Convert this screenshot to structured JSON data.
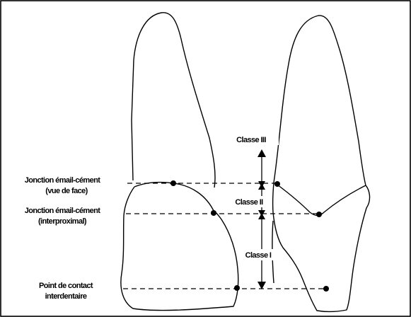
{
  "labels": {
    "junction_face_line1": "Jonction émail-cément",
    "junction_face_line2": "(vue de face)",
    "junction_inter_line1": "Jonction émail-cément",
    "junction_inter_line2": "(interproximal)",
    "contact_line1": "Point de contact",
    "contact_line2": "interdentaire",
    "class3": "Classe III",
    "class2": "Classe II",
    "class1": "Classe I"
  }
}
